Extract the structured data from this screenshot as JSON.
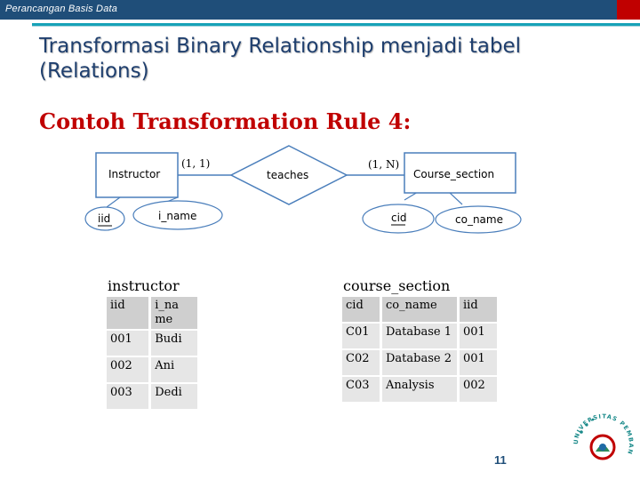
{
  "header": {
    "course": "Perancangan Basis Data"
  },
  "slide": {
    "title": "Transformasi Binary Relationship menjadi tabel (Relations)",
    "subtitle": "Contoh Transformation Rule 4:",
    "page_number": "11"
  },
  "diagram": {
    "entity_left": "Instructor",
    "entity_right": "Course_section",
    "relationship": "teaches",
    "left_cardinality": "(1, 1)",
    "right_cardinality": "(1, N)",
    "left_attributes": [
      "iid",
      "i_name"
    ],
    "right_attributes": [
      "cid",
      "co_name"
    ],
    "left_key": "iid",
    "right_key": "cid"
  },
  "tables": {
    "instructor": {
      "title": "instructor",
      "columns": [
        "iid",
        "i_na me"
      ],
      "rows": [
        [
          "001",
          "Budi"
        ],
        [
          "002",
          "Ani"
        ],
        [
          "003",
          "Dedi"
        ]
      ]
    },
    "course_section": {
      "title": "course_section",
      "columns": [
        "cid",
        "co_name",
        "iid"
      ],
      "rows": [
        [
          "C01",
          "Database 1",
          "001"
        ],
        [
          "C02",
          "Database 2",
          "001"
        ],
        [
          "C03",
          "Analysis",
          "002"
        ]
      ]
    }
  },
  "logo": {
    "text": "UNIVERSITAS PEMBANGUNAN JAYA"
  },
  "colors": {
    "header_bar": "#1f4e79",
    "accent_red": "#c00000",
    "rule_line": "#17a2b8",
    "title": "#1f3f6e"
  }
}
